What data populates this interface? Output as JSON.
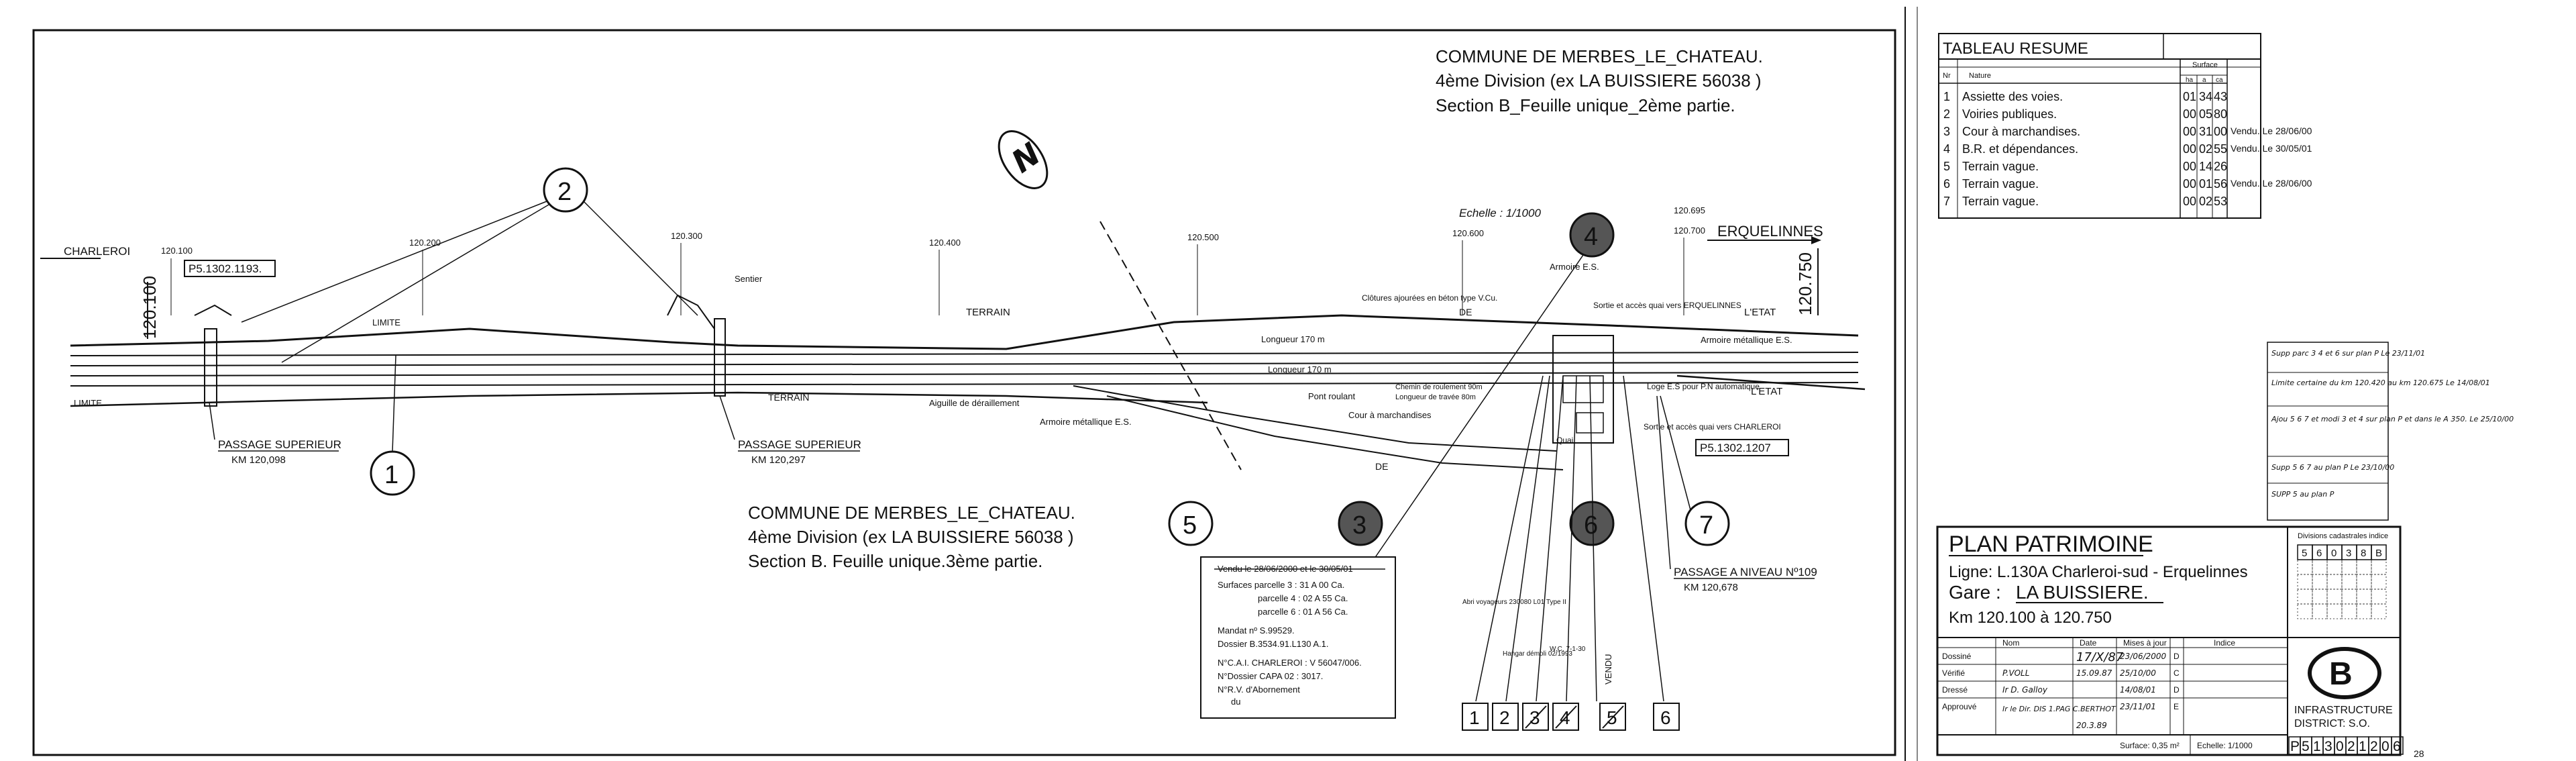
{
  "plan": {
    "north_symbol": "N",
    "commune_top": {
      "line1": "COMMUNE DE MERBES_LE_CHATEAU.",
      "line2": "4ème Division (ex LA BUISSIERE 56038 )",
      "line3": "Section B_Feuille unique_2ème partie."
    },
    "commune_bottom": {
      "line1": "COMMUNE DE MERBES_LE_CHATEAU.",
      "line2": "4ème Division (ex LA BUISSIERE 56038 )",
      "line3": "Section B. Feuille unique.3ème partie."
    },
    "scale": "Echelle : 1/1000",
    "directions": {
      "left": "CHARLEROI",
      "right": "ERQUELINNES"
    },
    "km_left": "120.100",
    "km_right": "120.750",
    "km_marks": [
      "120.100",
      "120.200",
      "120.300",
      "120.400",
      "120.500",
      "120.600",
      "120.695",
      "120.700"
    ],
    "refs": [
      "P5.1302.1193.",
      "P5.1302.1207"
    ],
    "passage1": {
      "title": "PASSAGE SUPERIEUR",
      "km": "KM 120,098"
    },
    "passage2": {
      "title": "PASSAGE SUPERIEUR",
      "km": "KM 120,297"
    },
    "passage3": {
      "title": "PASSAGE A NIVEAU Nº109",
      "km": "KM 120,678"
    },
    "labels": {
      "limite": "LIMITE",
      "terrain": "TERRAIN",
      "terrain2": "TERRAIN",
      "sentier": "Sentier",
      "armoire_es": "Armoire E.S.",
      "armoire_metallique_es": "Armoire métallique E.S.",
      "armoire_metallique_es2": "Armoire métallique E.S.",
      "cloture": "Clôtures ajourées en béton type V.Cu.",
      "pont_roulant": "Pont roulant",
      "cour_marchandises": "Cour à marchandises",
      "aiguille": "Aiguille de déraillement",
      "sortie1": "Sortie et accès quai vers ERQUELINNES",
      "sortie2": "Sortie et accès quai vers CHARLEROI",
      "etat": "L'ETAT",
      "etat2": "L'ETAT",
      "longueur1": "Longueur 170 m",
      "longueur2": "Longueur 170 m",
      "chemin": "Chemin de roulement 90m",
      "travees": "Longueur de travée 80m",
      "loge": "Loge E.S pour P.N automatique",
      "abri": "Abri voyageurs 230080 L01 Type II",
      "hangar": "Hangar démoli 02/1993",
      "wc": "W.C. 7-1-30",
      "vendu": "VENDU",
      "quai": "Quai",
      "de": "DE"
    },
    "circles": [
      "1",
      "2",
      "3",
      "4",
      "5",
      "6",
      "7"
    ],
    "box_numbers": [
      "1",
      "2",
      "3",
      "4",
      "5",
      "6"
    ],
    "sale_note": {
      "title": "Vendu le 28/06/2000 et le 30/05/01",
      "surfaces1": "Surfaces parcelle 3 : 31 A 00 Ca.",
      "surfaces2": "parcelle 4 : 02 A 55 Ca.",
      "surfaces3": "parcelle 6 : 01 A 56 Ca.",
      "mandat": "Mandat nº S.99529.",
      "dossier": "Dossier B.3534.91.L130 A.1.",
      "cai": "N°C.A.I. CHARLEROI : V 56047/006.",
      "capa": "N°Dossier CAPA 02 : 3017.",
      "rv": "N°R.V. d'Abornement",
      "du": "du"
    }
  },
  "summary": {
    "title": "TABLEAU RESUME",
    "col_nr": "Nr",
    "col_nature": "Nature",
    "col_surface": "Surface",
    "unit_ha": "ha",
    "unit_a": "a",
    "unit_ca": "ca",
    "rows": [
      {
        "nr": "1",
        "nature": "Assiette des voies.",
        "ha": "01",
        "a": "34",
        "ca": "43",
        "note": ""
      },
      {
        "nr": "2",
        "nature": "Voiries publiques.",
        "ha": "00",
        "a": "05",
        "ca": "80",
        "note": ""
      },
      {
        "nr": "3",
        "nature": "Cour à marchandises.",
        "ha": "00",
        "a": "31",
        "ca": "00",
        "note": "Vendu. Le 28/06/00"
      },
      {
        "nr": "4",
        "nature": "B.R. et dépendances.",
        "ha": "00",
        "a": "02",
        "ca": "55",
        "note": "Vendu. Le 30/05/01"
      },
      {
        "nr": "5",
        "nature": "Terrain vague.",
        "ha": "00",
        "a": "14",
        "ca": "26",
        "note": ""
      },
      {
        "nr": "6",
        "nature": "Terrain vague.",
        "ha": "00",
        "a": "01",
        "ca": "56",
        "note": "Vendu. Le 28/06/00"
      },
      {
        "nr": "7",
        "nature": "Terrain vague.",
        "ha": "00",
        "a": "02",
        "ca": "53",
        "note": ""
      }
    ]
  },
  "amendments": [
    "Supp parc 3 4 et 6 sur plan P Le 23/11/01",
    "Limite certaine du km 120.420 au km 120.675 Le 14/08/01",
    "Ajou 5 6 7 et modi 3 et 4 sur plan P et dans le A 350. Le 25/10/00",
    "Supp 5 6 7 au plan P Le 23/10/00",
    "SUPP 5 au plan P"
  ],
  "title_block": {
    "plan_title": "PLAN PATRIMOINE",
    "ligne": "Ligne: L.130A Charleroi-sud - Erquelinnes",
    "gare_label": "Gare :",
    "gare_value": "LA BUISSIERE.",
    "km": "Km 120.100 à 120.750",
    "divisions_label": "Divisions cadastrales indice",
    "divisions": [
      "5",
      "6",
      "0",
      "3",
      "8",
      "B"
    ],
    "col_nom": "Nom",
    "col_date": "Date",
    "col_mises": "Mises à jour",
    "col_indice": "Indice",
    "roles": [
      {
        "role": "Dossiné",
        "nom": "",
        "date": "17/X/87"
      },
      {
        "role": "Vérifié",
        "nom": "P.VOLL",
        "date": "15.09.87"
      },
      {
        "role": "Dressé",
        "nom": "Ir D. Galloy",
        "date": ""
      },
      {
        "role": "Approuvé",
        "nom": "Ir le Dir. DIS 1.PAG C.BERTHOT",
        "date": "20.3.89"
      }
    ],
    "mises": [
      {
        "date": "23/06/2000",
        "indice": "D"
      },
      {
        "date": "25/10/00",
        "indice": "C"
      },
      {
        "date": "14/08/01",
        "indice": "D"
      },
      {
        "date": "23/11/01",
        "indice": "E"
      }
    ],
    "surface": "Surface: 0,35 m²",
    "echelle": "Echelle: 1/1000",
    "logo_letter": "B",
    "infra": "INFRASTRUCTURE",
    "district": "DISTRICT: S.O.",
    "plan_number": [
      "P",
      "5",
      "1",
      "3",
      "0",
      "2",
      "1",
      "2",
      "0",
      "6"
    ],
    "corner": "28"
  }
}
